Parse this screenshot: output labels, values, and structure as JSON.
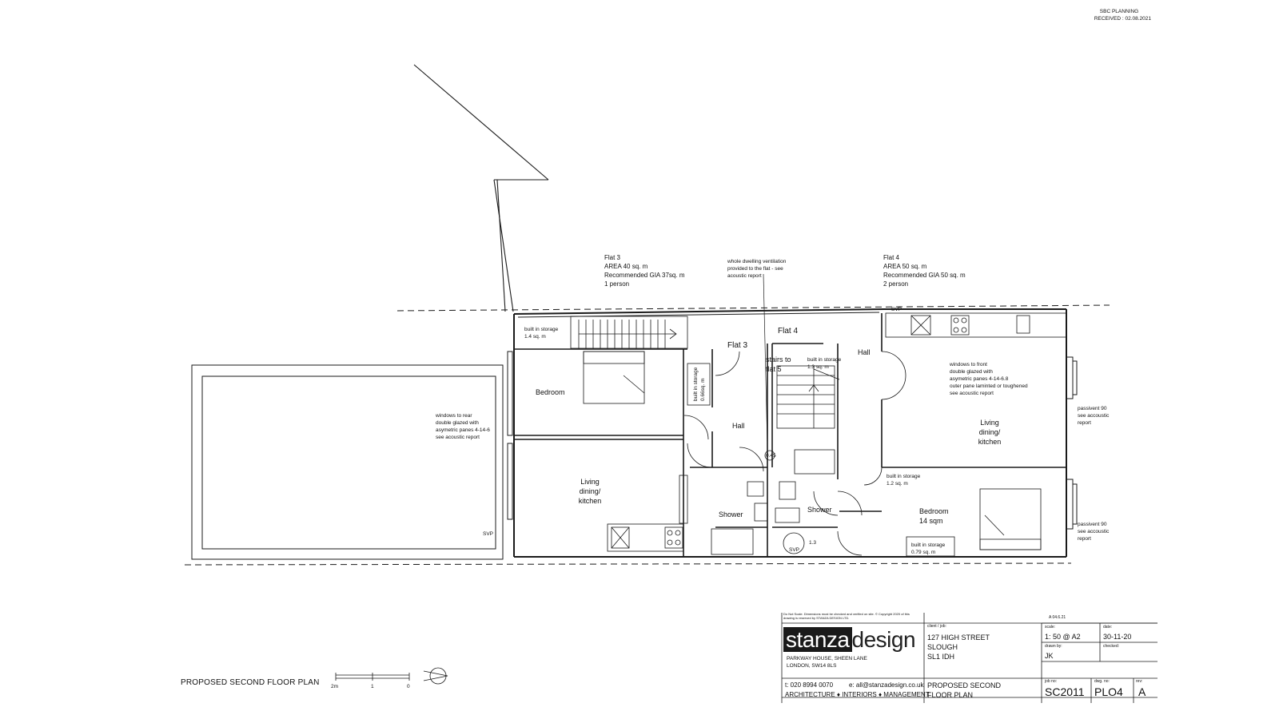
{
  "planning_stamp": {
    "line1": "SBC PLANNING",
    "line2": "RECEIVED : 02.08.2021"
  },
  "flat3_info": [
    "Flat 3",
    "AREA 40 sq. m",
    "Recommended GIA 37sq. m",
    "1 person"
  ],
  "flat4_info": [
    "Flat 4",
    "AREA 50 sq. m",
    "Recommended GIA 50 sq. m",
    "2 person"
  ],
  "ventilation_note": [
    "whole dwelling ventilation",
    "provided to the flat - see",
    "acoustic report"
  ],
  "rear_windows_note": [
    "windows to rear",
    "double glazed  with",
    "asymetric panes 4-14-6",
    "see acoustic report"
  ],
  "front_windows_note": [
    "windows to front",
    "double glazed  with",
    "asymetric panes 4-14-6.8",
    "outer pane laminted or toughened",
    "see acoustic report"
  ],
  "passivent_1": [
    "passivent 90",
    "see accoustic",
    "report"
  ],
  "passivent_2": [
    "passivent 90",
    "see accoustic",
    "report"
  ],
  "rooms": {
    "bedroom_flat3": "Bedroom",
    "living_flat3": [
      "Living",
      "dining/",
      "kitchen"
    ],
    "hall_flat3": "Hall",
    "shower_flat3": "Shower",
    "flat3_label": "Flat 3",
    "flat4_label": "Flat 4",
    "stairs": [
      "stairs to",
      "flat 5"
    ],
    "hall_flat4": "Hall",
    "shower_flat4": "Shower",
    "living_flat4": [
      "Living",
      "dining/",
      "kitchen"
    ],
    "bedroom_flat4": [
      "Bedroom",
      "14 sqm"
    ]
  },
  "storage_labels": {
    "s1": [
      "built in storage",
      "1.4 sq. m"
    ],
    "s2": [
      "built in storage",
      "0.66sq. m"
    ],
    "s3": [
      "built in storage",
      "1.3 sq. m"
    ],
    "s4": [
      "built in storage",
      "1.2 sq. m"
    ],
    "s5": [
      "built in storage",
      "0.79 sq. m"
    ]
  },
  "small_labels": {
    "svp_rear": "SVP",
    "svp_center": "SVP",
    "svp_top": "SVP",
    "dim_a": "0.45",
    "dim_b": "1.3"
  },
  "plan_title": "PROPOSED SECOND FLOOR PLAN",
  "scale_bar": {
    "left": "2m",
    "mid": "1",
    "right": "0"
  },
  "title_block": {
    "disclaimer": "Do Not Scale. Dimensions must be checked and verified on site. © Copyright 2020 of this drawing is reserved by STANZA DESIGN LTD.",
    "brand_left": "stanza",
    "brand_right": "design",
    "address_1": "PARKWAY HOUSE, SHEEN LANE",
    "address_2": "LONDON, SW14 8LS",
    "phone": "t: 020 8994 0070",
    "email": "e: all@stanzadesign.co.uk",
    "tagline": "ARCHITECTURE ♦ INTERIORS ♦ MANAGEMENT",
    "client_job_label": "client / job:",
    "job_address": [
      "127 HIGH STREET",
      "SLOUGH",
      "SL1 IDH"
    ],
    "drawing_title": [
      "PROPOSED SECOND",
      "FLOOR PLAN"
    ],
    "revision_note": "A 04.6.21",
    "scale_label": "scale:",
    "scale_value": "1: 50 @ A2",
    "date_label": "date:",
    "date_value": "30-11-20",
    "drawn_by_label": "drawn by:",
    "drawn_by_value": "JK",
    "checked_label": "checked:",
    "job_no_label": "job no:",
    "job_no_value": "SC2011",
    "dwg_no_label": "dwg. no:",
    "dwg_no_value": "PLO4",
    "rev_label": "rev:",
    "rev_value": "A"
  }
}
